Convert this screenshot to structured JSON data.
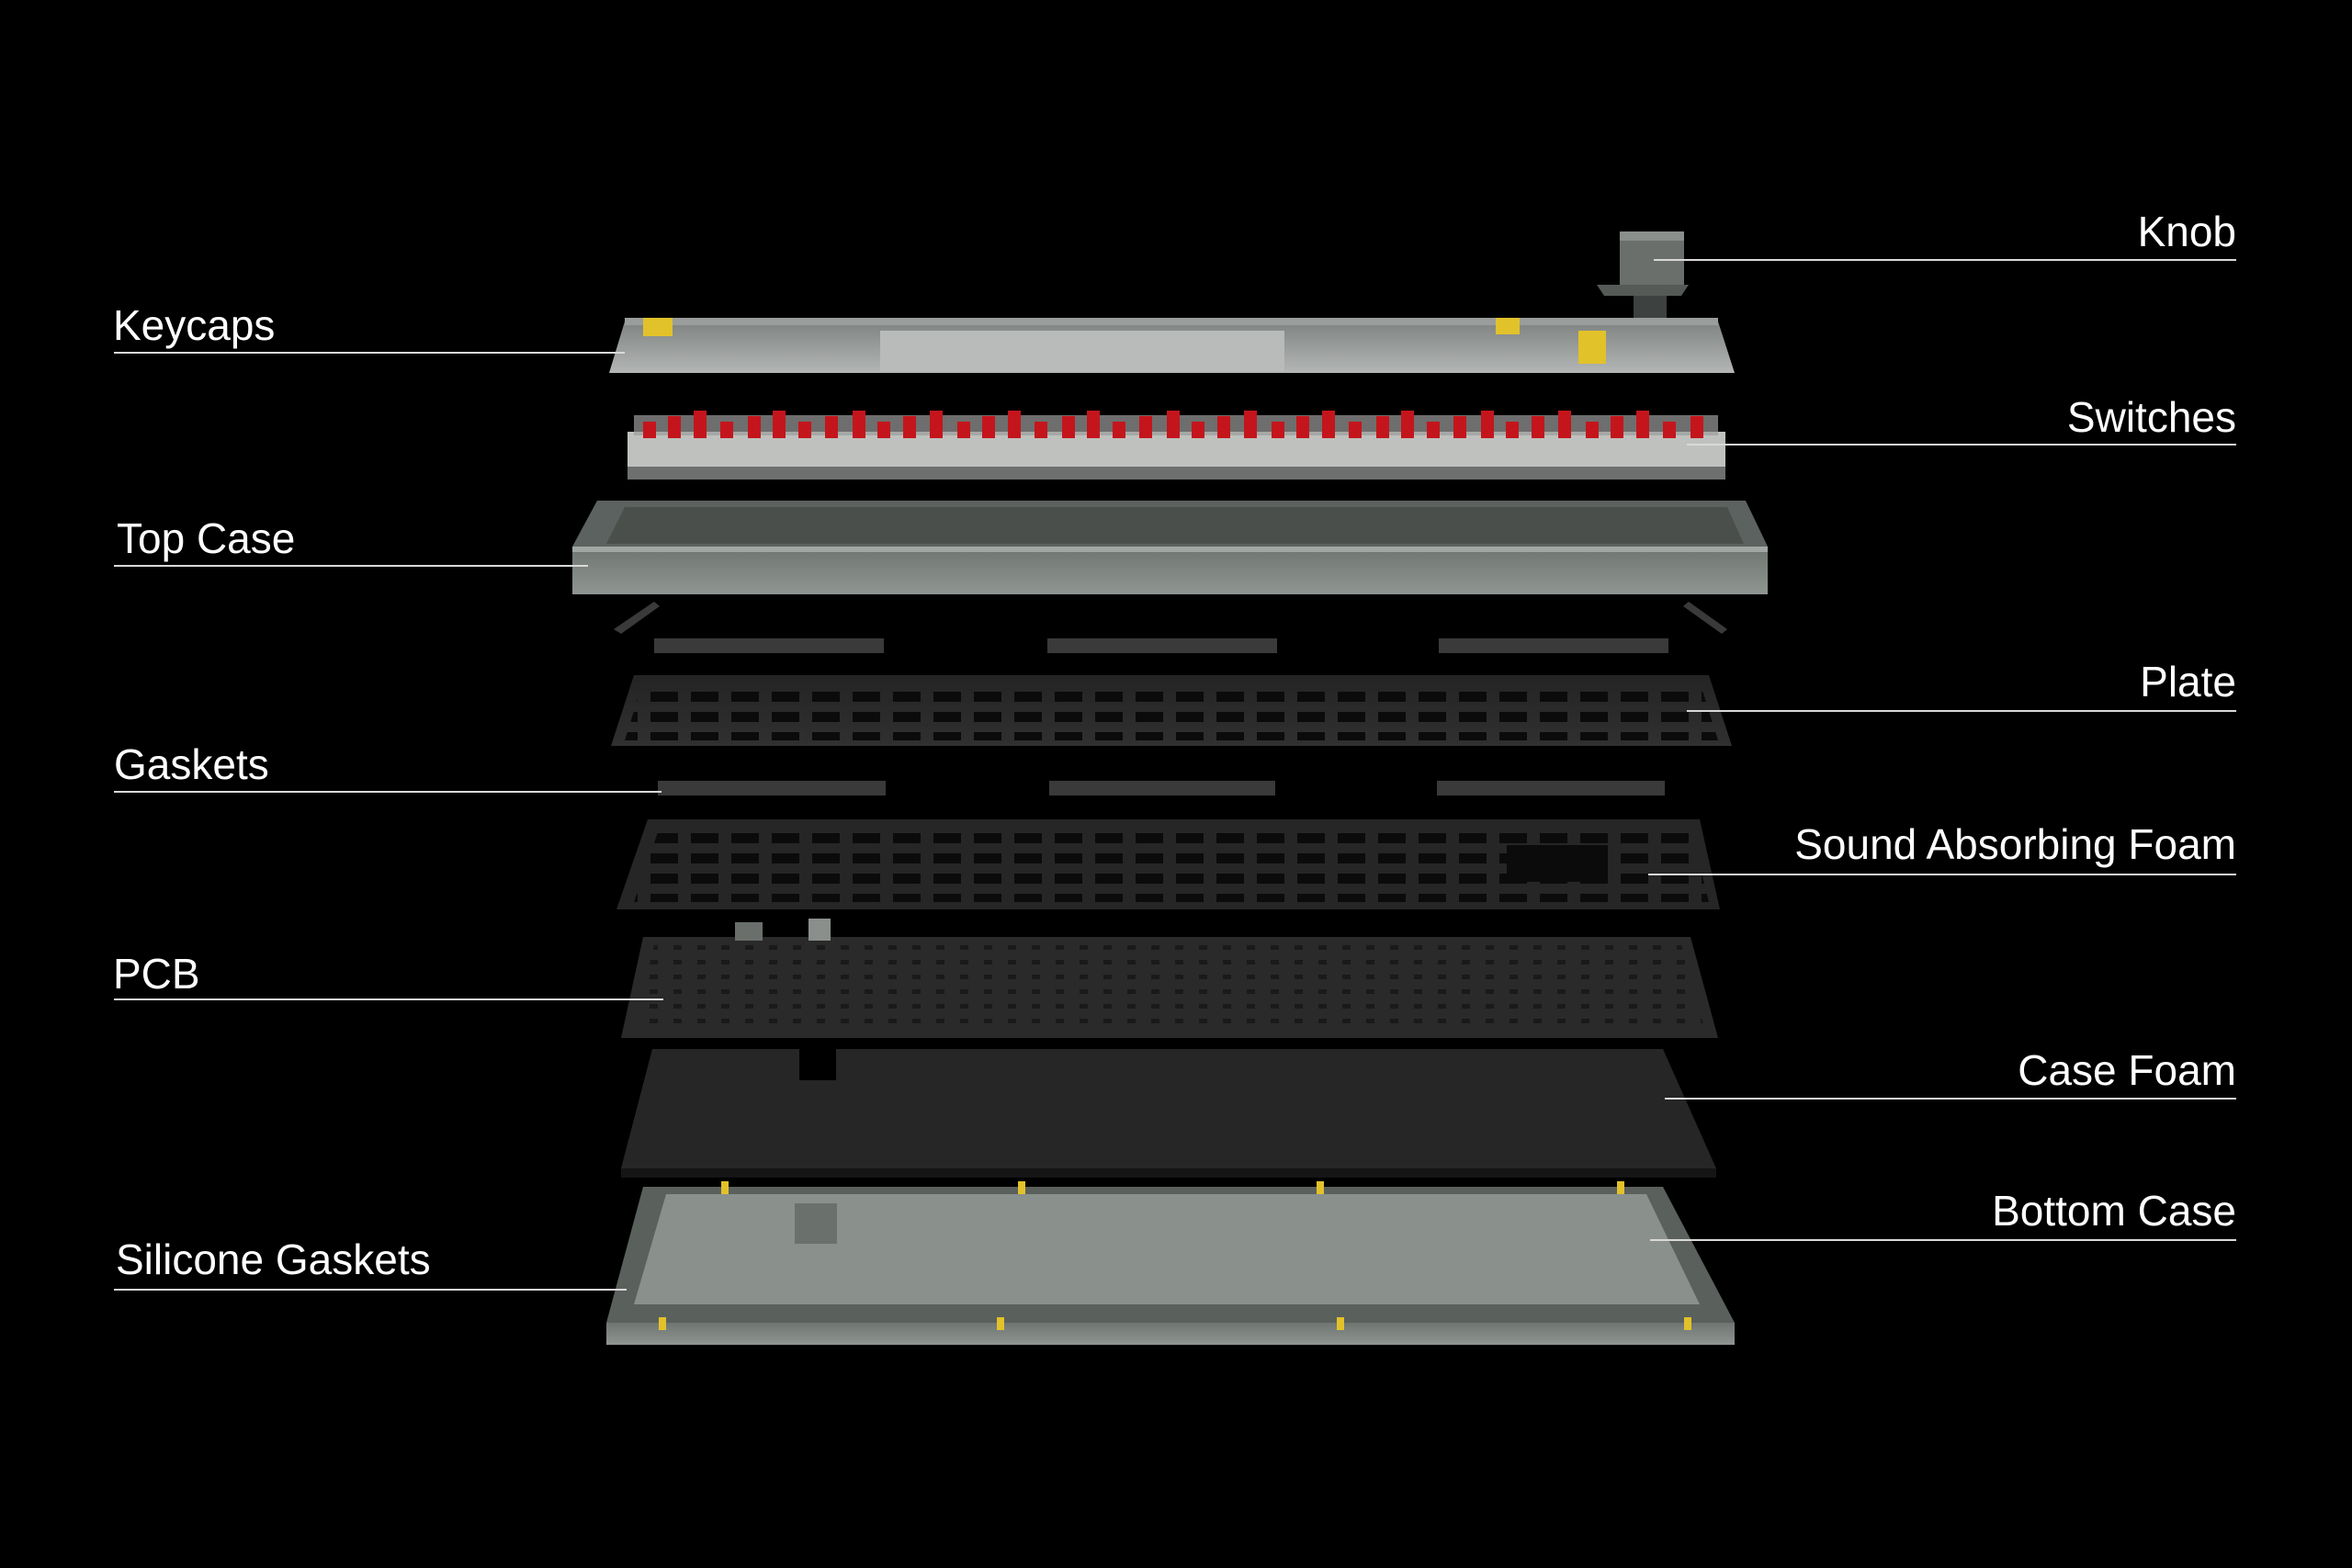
{
  "colors": {
    "background": "#000000",
    "label_text": "#ffffff",
    "leader_line": "#d9d9d9",
    "case_gray": "#8a908c",
    "keycap_gray": "#a5a8a6",
    "switch_red": "#c4151c",
    "layer_dark": "#2b2b2b",
    "gasket_dark": "#3a3a3a",
    "accent_yellow": "#e2c22a"
  },
  "labels": {
    "knob": "Knob",
    "keycaps": "Keycaps",
    "switches": "Switches",
    "top_case": "Top Case",
    "plate": "Plate",
    "gaskets": "Gaskets",
    "sound_absorbing_foam": "Sound Absorbing Foam",
    "pcb": "PCB",
    "case_foam": "Case Foam",
    "bottom_case": "Bottom Case",
    "silicone_gaskets": "Silicone Gaskets"
  }
}
